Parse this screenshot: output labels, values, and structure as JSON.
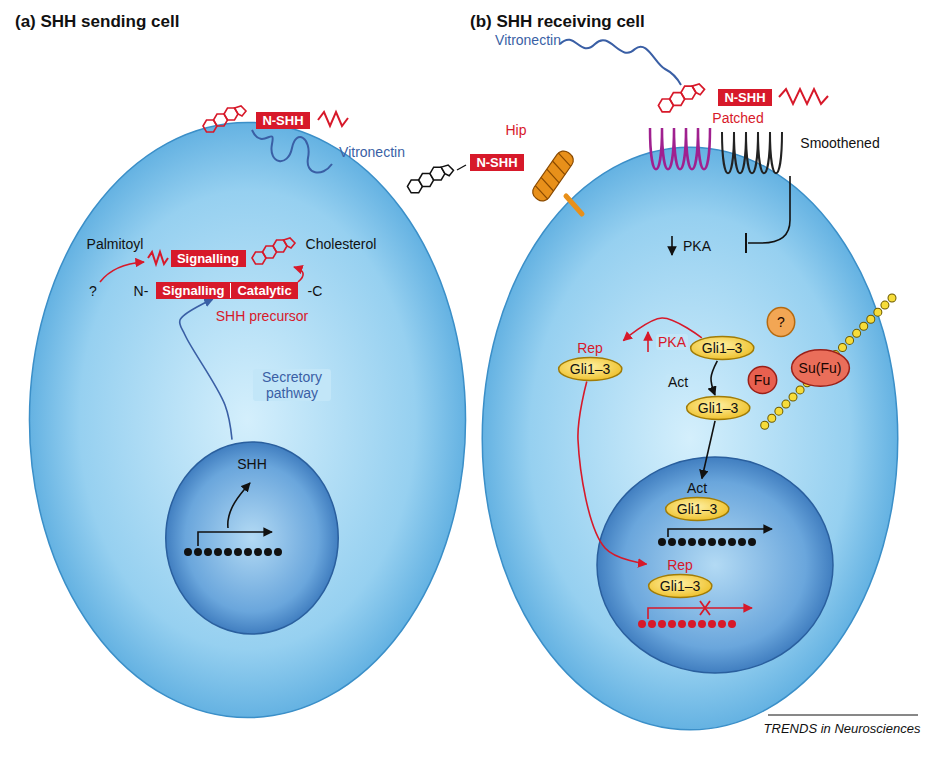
{
  "diagram": {
    "nodes": [
      {
        "text": [
          "(a) SHH sending cell"
        ]
      },
      {
        "text": [
          "N-SHH"
        ],
        "in": 0
      },
      {
        "text": [
          "Signalling"
        ],
        "in": 0
      },
      {
        "text": [
          "Signalling",
          "Catalytic"
        ],
        "in": 0
      },
      {
        "text": [
          "SHH"
        ],
        "in": 0
      },
      {
        "text": [
          "(b) SHH receiving cell"
        ]
      },
      {
        "text": [
          "N-SHH"
        ]
      },
      {
        "text": [
          "N-SHH"
        ]
      },
      {
        "text": [
          "Gli1–3"
        ],
        "in": 5
      },
      {
        "text": [
          "?"
        ],
        "in": 5
      },
      {
        "text": [
          "Fu"
        ],
        "in": 5
      },
      {
        "text": [
          "Su(Fu)"
        ],
        "in": 5
      },
      {
        "text": [
          "Rep",
          "Gli1–3"
        ],
        "in": 5
      },
      {
        "text": [
          "Gli1–3"
        ],
        "in": 5
      },
      {
        "text": [
          "Act",
          "Gli1–3"
        ],
        "in": 5
      },
      {
        "text": [
          "Rep",
          "Gli1–3"
        ],
        "in": 5
      }
    ],
    "edges": [
      {
        "from": 4,
        "to": 3,
        "arrow": "to",
        "label": "Secretory pathway"
      },
      {
        "from": 8,
        "to": 12,
        "arrow": "to",
        "label": "PKA"
      },
      {
        "from": 8,
        "to": 13,
        "arrow": "to",
        "label": "Act"
      },
      {
        "from": 13,
        "to": 14,
        "arrow": "to"
      },
      {
        "from": 12,
        "to": 15,
        "arrow": "to"
      }
    ],
    "labels": [
      "Palmitoyl",
      "Cholesterol",
      "?",
      "N-",
      "-C",
      "SHH precursor",
      "Vitronectin",
      "Vitronectin",
      "Hip",
      "Patched",
      "Smoothened",
      "PKA",
      "TRENDS in Neurosciences"
    ]
  }
}
